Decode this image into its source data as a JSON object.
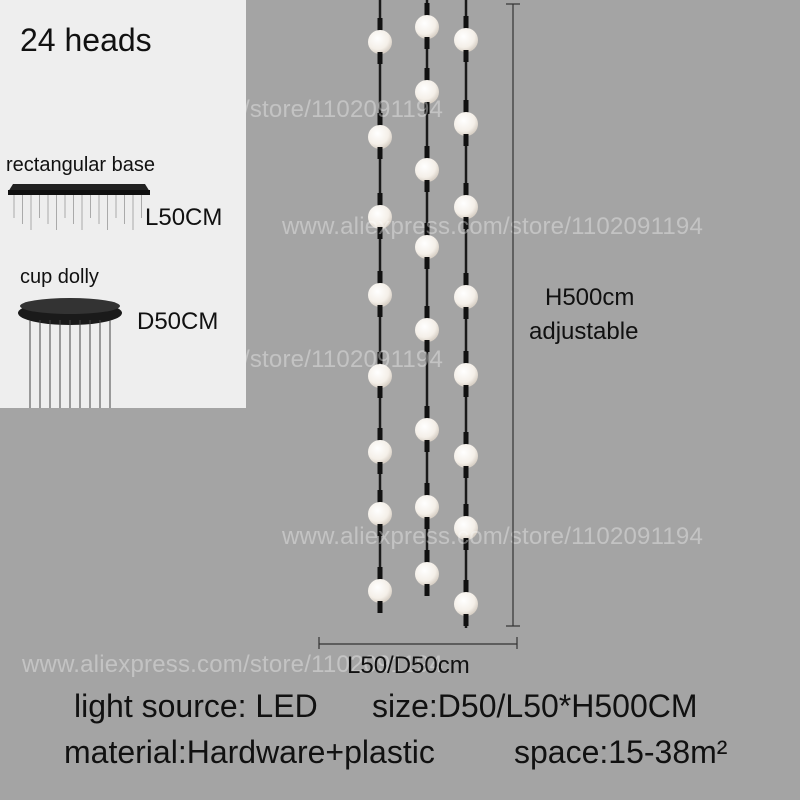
{
  "watermark": {
    "text": "www.aliexpress.com/store/1102091194"
  },
  "inset": {
    "title": "24 heads",
    "rect_label": "rectangular base",
    "rect_dim": "L50CM",
    "round_label": "cup dolly",
    "round_dim": "D50CM"
  },
  "dimensions": {
    "height_line1": "H500cm",
    "height_line2": "adjustable",
    "width": "L50/D50cm"
  },
  "specs": {
    "light_source": "light source: LED",
    "size": "size:D50/L50*H500CM",
    "material": "material:Hardware+plastic",
    "space": "space:15-38m²"
  },
  "product": {
    "strands": 3,
    "heads": 24,
    "colors": {
      "background": "#a4a4a4",
      "inset_background": "#eeeeee",
      "rod": "#1a1a1a",
      "globe": "#f4efe8"
    }
  }
}
